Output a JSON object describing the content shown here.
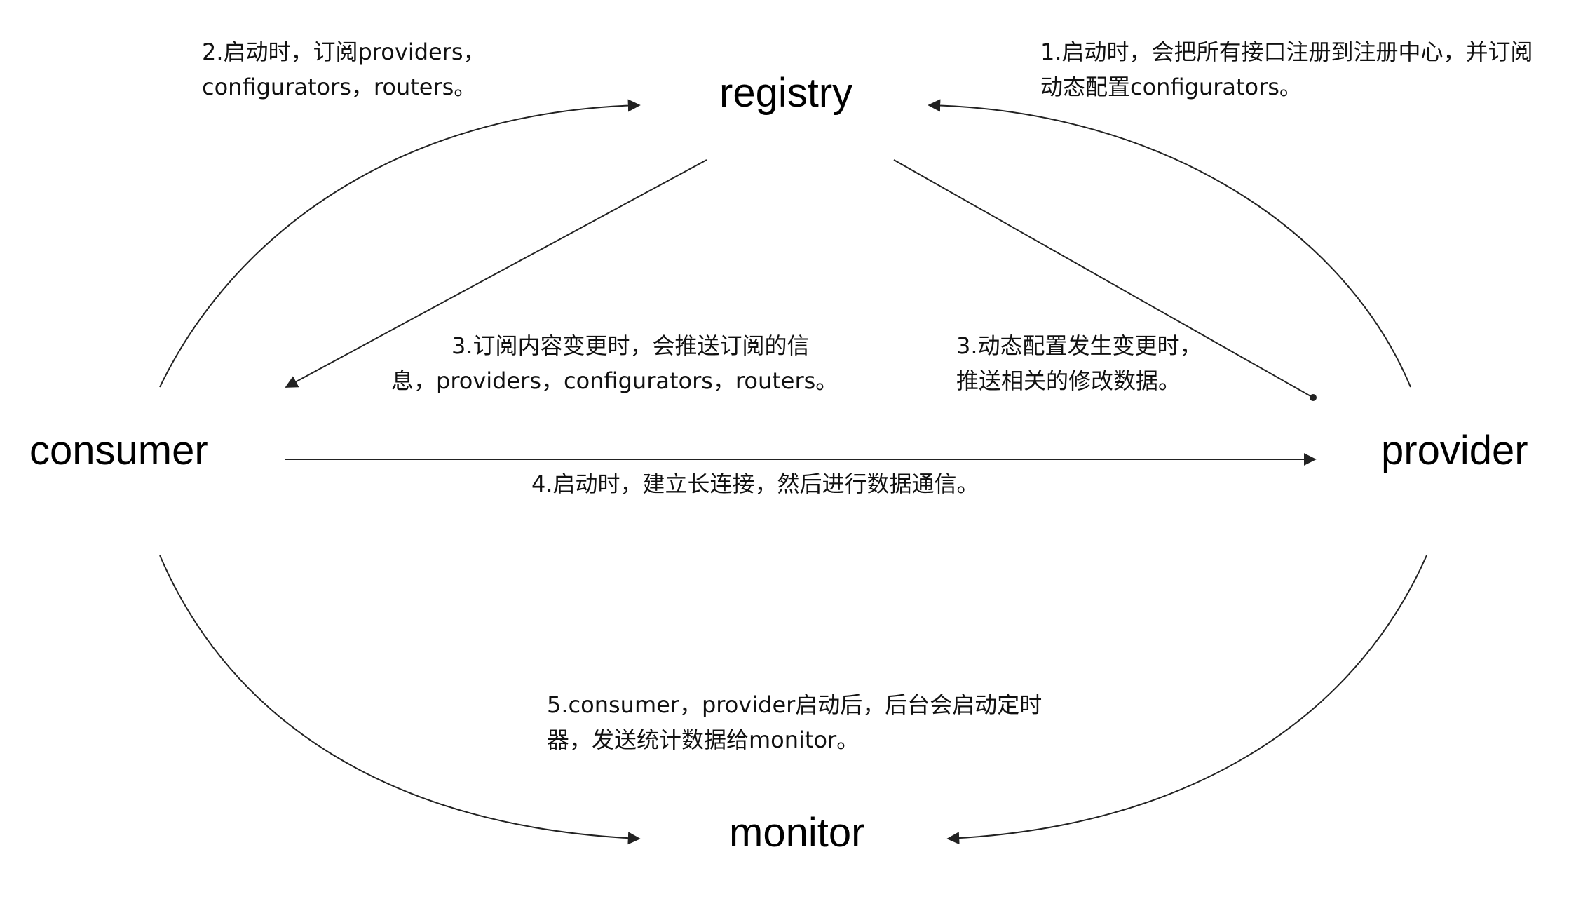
{
  "nodes": {
    "registry": "registry",
    "consumer": "consumer",
    "provider": "provider",
    "monitor": "monitor"
  },
  "notes": {
    "consumer_subscribe": {
      "line1": "2.启动时，订阅providers，",
      "line2": "configurators，routers。"
    },
    "provider_register": {
      "line1": "1.启动时，会把所有接口注册到注册中心，并订阅",
      "line2": "动态配置configurators。"
    },
    "registry_push_consumer": {
      "line1": "3.订阅内容变更时，会推送订阅的信",
      "line2": "息，providers，configurators，routers。"
    },
    "registry_push_provider": {
      "line1": "3.动态配置发生变更时，",
      "line2": "推送相关的修改数据。"
    },
    "long_connection": {
      "line1": "4.启动时，建立长连接，然后进行数据通信。"
    },
    "monitor_stats": {
      "line1": "5.consumer，provider启动后，后台会启动定时",
      "line2": "器，发送统计数据给monitor。"
    }
  },
  "colors": {
    "line": "#222222",
    "text": "#111111",
    "background": "#ffffff"
  }
}
